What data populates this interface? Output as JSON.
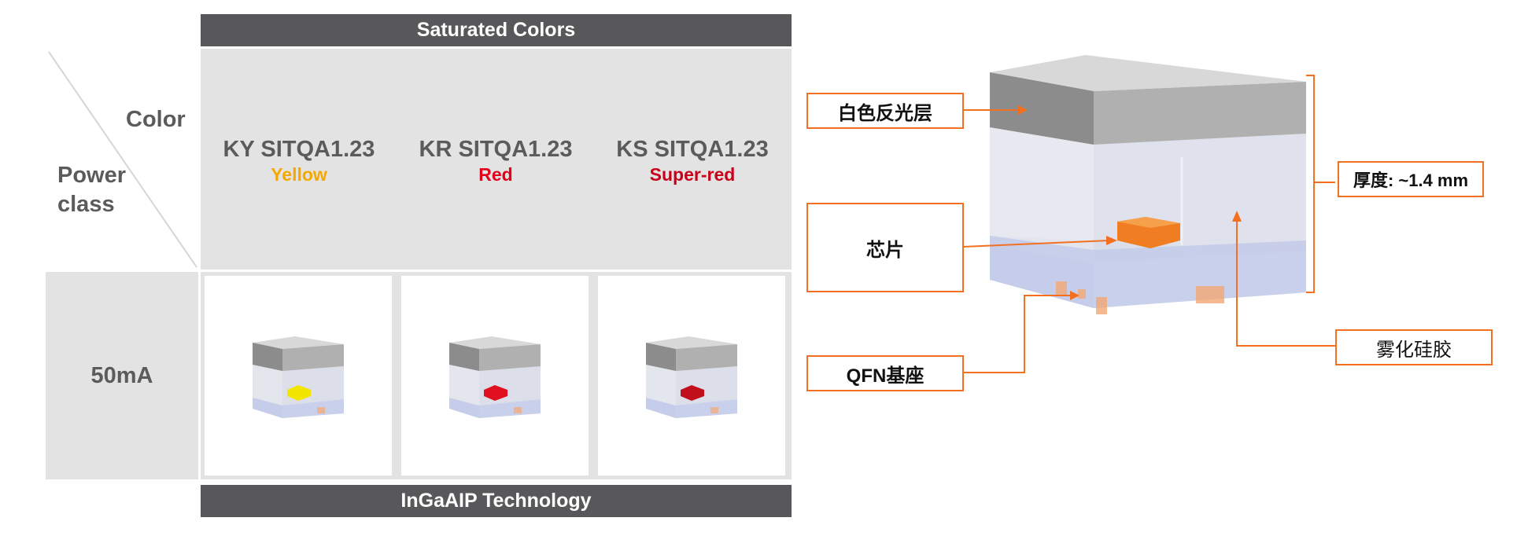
{
  "table": {
    "header": "Saturated Colors",
    "footer": "InGaAIP Technology",
    "corner_top": "Color",
    "corner_bottom": "Power\nclass",
    "row_label": "50mA",
    "products": [
      {
        "name": "KY SITQA1.23",
        "color_name": "Yellow",
        "color_hex": "#f5a800",
        "chip_color": "#f2e600"
      },
      {
        "name": "KR SITQA1.23",
        "color_name": "Red",
        "color_hex": "#e2001a",
        "chip_color": "#e01020"
      },
      {
        "name": "KS SITQA1.23",
        "color_name": "Super-red",
        "color_hex": "#c8001a",
        "chip_color": "#c0101c"
      }
    ]
  },
  "diagram": {
    "labels": {
      "reflective_layer": "白色反光层",
      "chip": "芯片",
      "substrate": "QFN基座",
      "thickness": "厚度: ~1.4 mm",
      "diffuser_silicone": "雾化硅胶"
    },
    "accent_color": "#f37021"
  }
}
